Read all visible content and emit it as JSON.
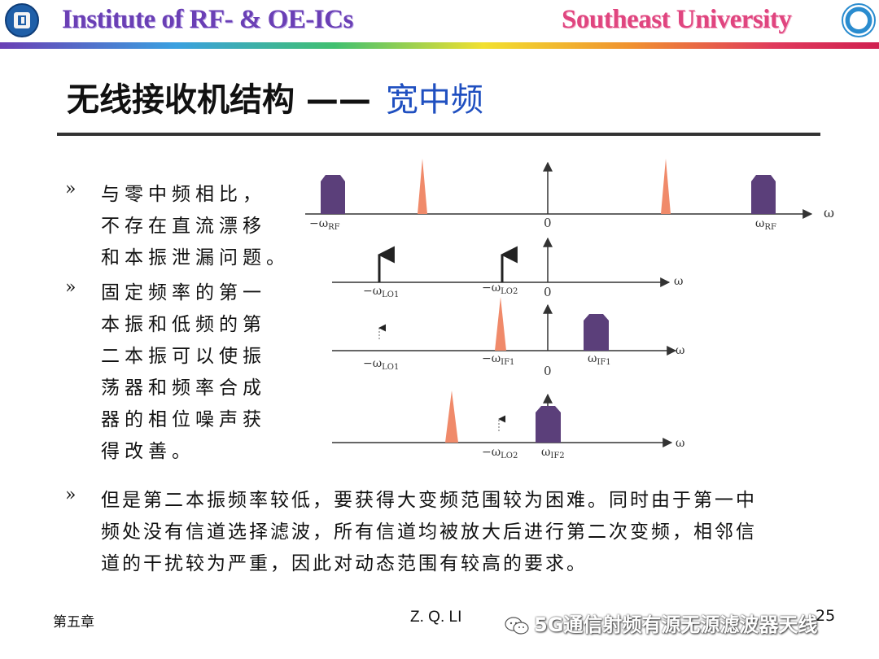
{
  "header": {
    "institute": "Institute of RF- & OE-ICs",
    "university": "Southeast University"
  },
  "title": {
    "main": "无线接收机结构 ——",
    "accent": "宽中频"
  },
  "bullets": [
    {
      "marker": "»",
      "lines": [
        "与零中频相比，",
        "不存在直流漂移",
        "和本振泄漏问题。"
      ]
    },
    {
      "marker": "»",
      "lines": [
        "固定频率的第一",
        "本振和低频的第",
        "二本振可以使振",
        "荡器和频率合成",
        "器的相位噪声获",
        "得改善。"
      ]
    },
    {
      "marker": "»",
      "lines": [
        "但是第二本振频率较低，要获得大变频范围较为困难。同时由于第一中",
        "频处没有信道选择滤波，所有信道均被放大后进行第二次变频，相邻信",
        "道的干扰较为严重，因此对动态范围有较高的要求。"
      ]
    }
  ],
  "diagram": {
    "axis_label": "ω",
    "zero": "0",
    "omega": "ω",
    "rf_neg": "RF",
    "rf_pos": "RF",
    "lo1": "LO1",
    "lo2": "LO2",
    "if1": "IF1",
    "if2": "IF2",
    "minus": "−",
    "colors": {
      "purple": "#5b3f7a",
      "salmon": "#f08a6a",
      "axis": "#333333"
    }
  },
  "footer": {
    "chapter": "第五章",
    "author": "Z. Q. LI",
    "page": "25",
    "watermark": "5G通信射频有源无源滤波器天线"
  }
}
